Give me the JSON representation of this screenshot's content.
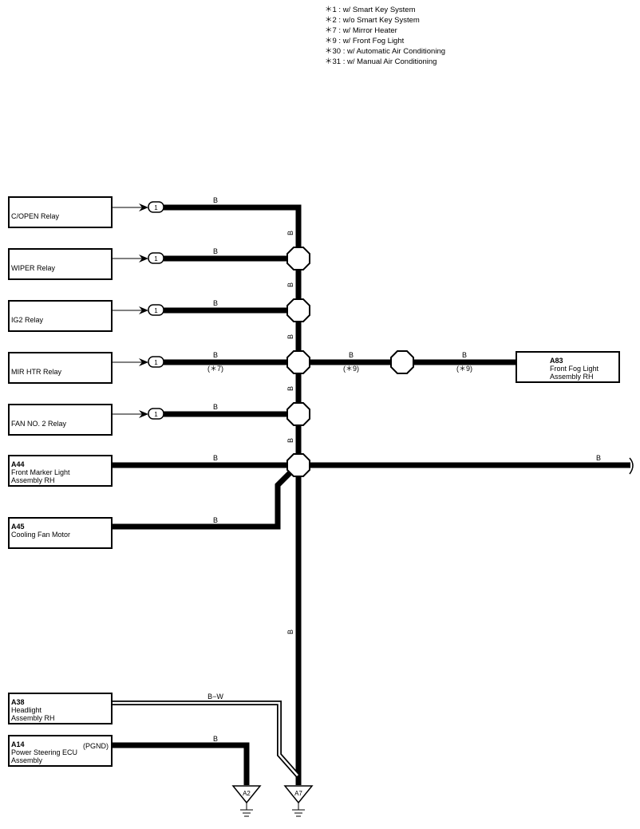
{
  "legend": [
    "＊1 : w/ Smart Key System",
    "＊2 : w/o Smart Key System",
    "＊7 : w/ Mirror Heater",
    "＊9 : w/ Front Fog Light",
    "＊30 : w/ Automatic Air Conditioning",
    "＊31 : w/ Manual Air Conditioning"
  ],
  "components": {
    "copen_relay": {
      "label": "C/OPEN Relay"
    },
    "wiper_relay": {
      "label": "WIPER Relay"
    },
    "ig2_relay": {
      "label": "IG2 Relay"
    },
    "mir_htr_relay": {
      "label": "MIR HTR Relay"
    },
    "fan2_relay": {
      "label": "FAN NO. 2 Relay"
    },
    "a44": {
      "code": "A44",
      "name": "Front Marker Light\nAssembly RH"
    },
    "a45": {
      "code": "A45",
      "name": "Cooling Fan Motor"
    },
    "a38": {
      "code": "A38",
      "name": "Headlight\nAssembly RH"
    },
    "a14": {
      "code": "A14",
      "name": "Power Steering ECU\nAssembly",
      "pin": "(PGND)"
    },
    "a83": {
      "code": "A83",
      "name": "Front Fog Light\nAssembly RH"
    }
  },
  "pin_number": "1",
  "wires": {
    "b": "B",
    "bw": "B−W",
    "note_7": "(＊7)",
    "note_9": "(＊9)"
  },
  "grounds": {
    "a2": "A2",
    "a7": "A7"
  },
  "colors": {
    "wire": "#000000",
    "background": "#ffffff"
  }
}
